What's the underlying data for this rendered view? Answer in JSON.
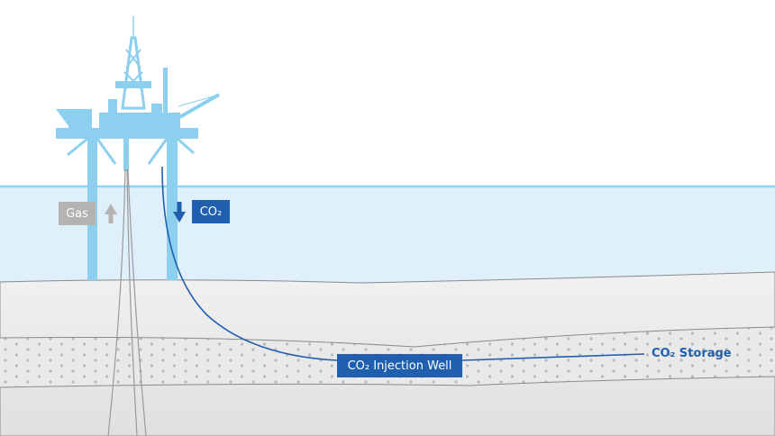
{
  "labels": {
    "gas": "Gas",
    "co2_down": "CO₂",
    "injection_well": "CO₂ Injection Well",
    "storage": "CO₂ Storage"
  },
  "colors": {
    "platform": "#8ccfef",
    "water": "#dff0fa",
    "co2_blue": "#1f5fad",
    "gas_gray": "#b3b3b3",
    "seabed": "#e6e6e6"
  }
}
